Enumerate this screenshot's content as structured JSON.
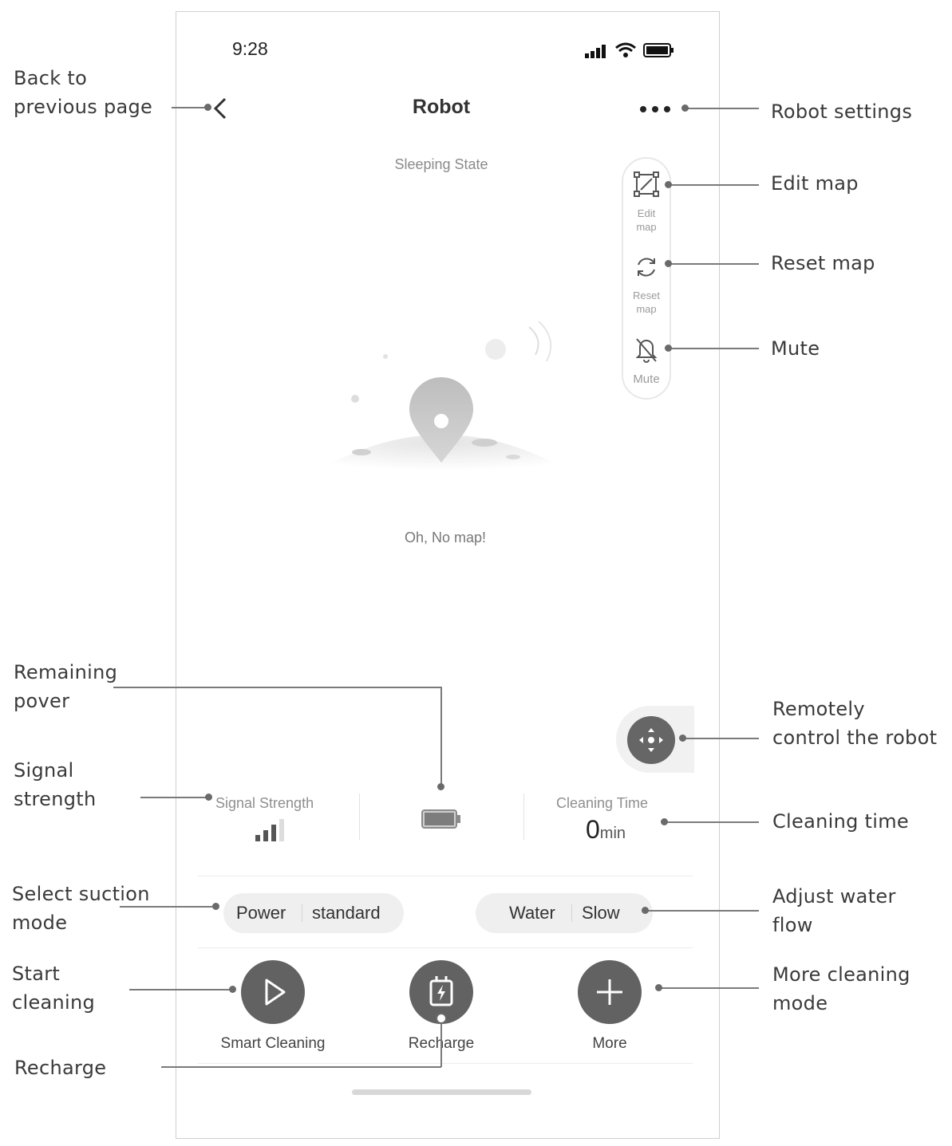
{
  "status_bar": {
    "time": "9:28"
  },
  "header": {
    "title": "Robot"
  },
  "map": {
    "state_text": "Sleeping State",
    "empty_text": "Oh, No map!"
  },
  "toolbar": {
    "edit_label": "Edit\nmap",
    "reset_label": "Reset\nmap",
    "mute_label": "Mute"
  },
  "stats": {
    "signal_label": "Signal Strength",
    "cleaning_time_label": "Cleaning Time",
    "cleaning_time_value": "0",
    "cleaning_time_unit": "min"
  },
  "modes": {
    "power_label": "Power",
    "power_value": "standard",
    "water_label": "Water",
    "water_value": "Slow"
  },
  "actions": {
    "start_label": "Smart Cleaning",
    "recharge_label": "Recharge",
    "more_label": "More"
  },
  "annotations": {
    "back": "Back to\nprevious page",
    "settings": "Robot settings",
    "edit_map": "Edit map",
    "reset_map": "Reset map",
    "mute": "Mute",
    "remaining_power": "Remaining\npover",
    "signal": "Signal\nstrength",
    "remote": "Remotely\ncontrol the robot",
    "cleaning_time": "Cleaning time",
    "suction": "Select suction\nmode",
    "water": "Adjust water\nflow",
    "start": "Start\ncleaning",
    "more": "More cleaning\nmode",
    "recharge": "Recharge"
  }
}
